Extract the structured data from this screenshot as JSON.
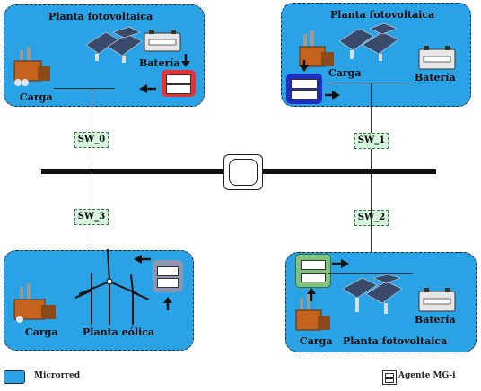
{
  "microgrids": [
    {
      "id": "mg0",
      "pv_label": "Planta fotovoltaica",
      "battery_label": "Batería",
      "load_label": "Carga"
    },
    {
      "id": "mg1",
      "pv_label": "Planta fotovoltaica",
      "battery_label": "Batería",
      "load_label": "Carga"
    },
    {
      "id": "mg2",
      "pv_label": "Planta fotovoltaica",
      "battery_label": "Batería",
      "load_label": "Carga"
    },
    {
      "id": "mg3",
      "wind_label": "Planta eólica",
      "load_label": "Carga"
    }
  ],
  "switches": {
    "sw0": "SW_0",
    "sw1": "SW_1",
    "sw2": "SW_2",
    "sw3": "SW_3"
  },
  "legend": {
    "microgrid": "Microrred",
    "agent": "Agente MG-i"
  },
  "colors": {
    "panel": "#2aa3e6",
    "agent_red": "#e0343a",
    "agent_blue": "#1f2fbf",
    "agent_green": "#7fc27a",
    "agent_gray": "#8a96b4",
    "switch_fill": "#d6f5dc"
  },
  "icons": [
    "solar-panel-icon",
    "battery-icon",
    "factory-icon",
    "wind-turbine-icon",
    "bus-connector-icon",
    "arrow-icon"
  ]
}
